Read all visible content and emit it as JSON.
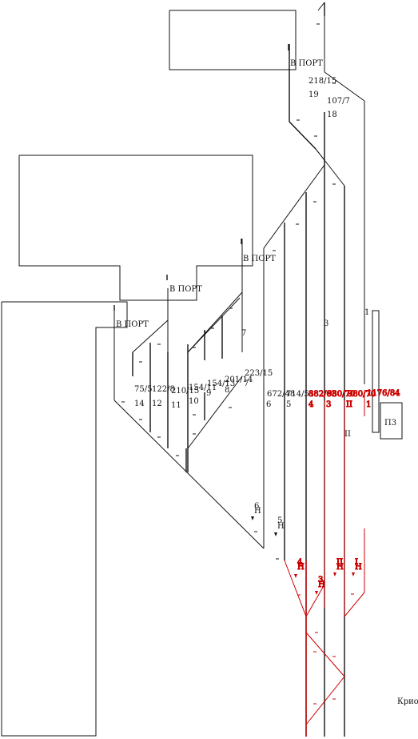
{
  "labels": {
    "port_top": "В ПОРТ",
    "port_mid": "В ПОРТ",
    "port_left1": "В ПОРТ",
    "port_left2": "В ПОРТ",
    "l218_15": "218/15",
    "l19": "19",
    "l107_7": "107/7",
    "l18": "18",
    "l3_upper": "3",
    "l1_upper": "1",
    "l7_upper": "7",
    "l223_15": "223/15",
    "l201_14": "201/14",
    "l154_11": "154/11",
    "l154_13": "154/13",
    "l210_15": "210/15",
    "l122_8": "122/8",
    "l75_5": "75/5",
    "l14": "14",
    "l12": "12",
    "l11": "11",
    "l10": "10",
    "l9": "9",
    "l8": "8",
    "l7_lower": "7",
    "l672_48": "672/48",
    "l714_51": "714/51",
    "l6": "6",
    "l5": "5",
    "l882_63": "882/63",
    "l980_70a": "980/70",
    "l980_70b": "980/70",
    "l1176_84": "1176/84",
    "l4_red": "4",
    "l3_red": "3",
    "lII_red": "II",
    "l1_red": "1",
    "lII_black": "II",
    "p3": "П3",
    "n6": "6",
    "n6h": "Н",
    "n5": "5",
    "n5h": "Н",
    "n4": "4",
    "n4h": "Н",
    "n3": "3",
    "n3h": "Н",
    "nII": "II",
    "nIIh": "Н",
    "n1": "I",
    "n1h": "Н",
    "corner": "Крио"
  },
  "colors": {
    "line": "#111111",
    "accent": "#cc0000"
  }
}
